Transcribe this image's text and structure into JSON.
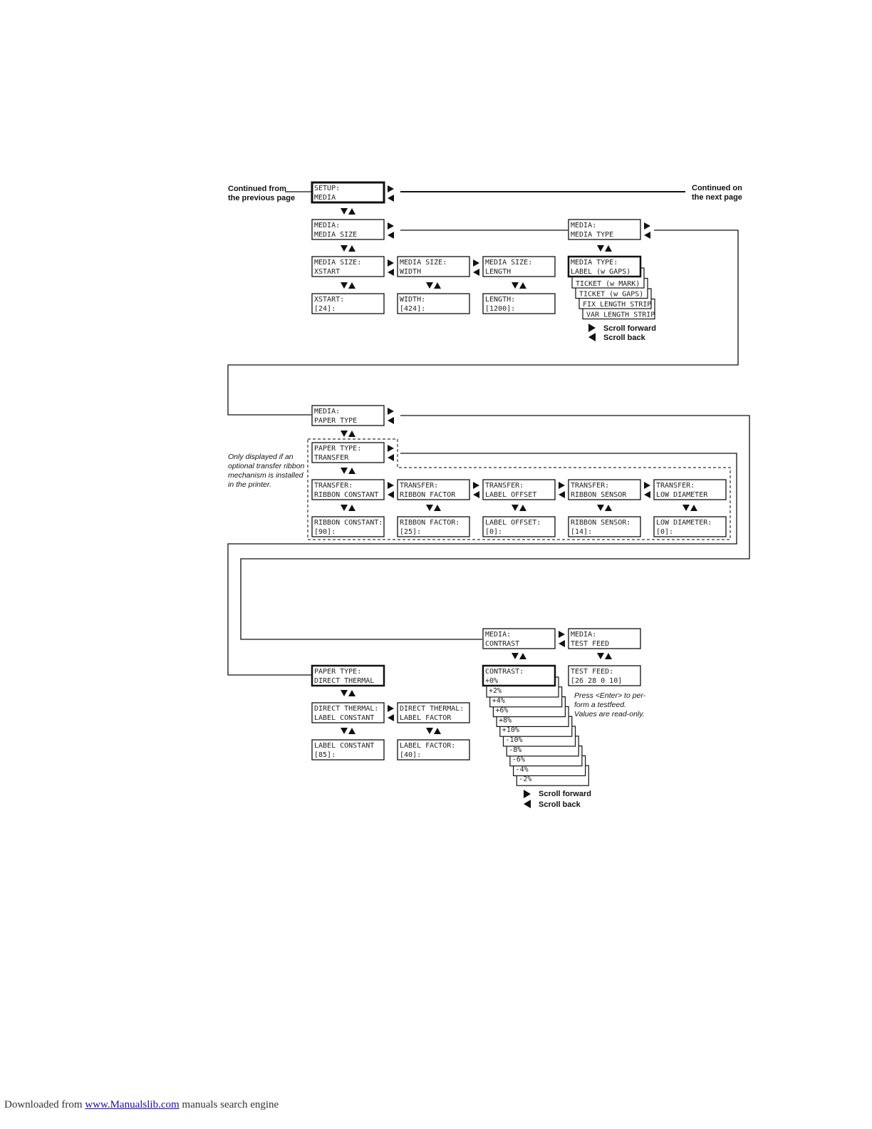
{
  "labels": {
    "continued_from": [
      "Continued from",
      "the previous page"
    ],
    "continued_on": [
      "Continued on",
      "the next page"
    ],
    "scroll_forward": "Scroll forward",
    "scroll_back": "Scroll back",
    "only_displayed_note": [
      "Only displayed if an",
      "optional transfer ribbon",
      "mechanism is installed",
      "in the printer."
    ],
    "testfeed_note": [
      "Press <Enter> to per-",
      "form a testfeed.",
      "Values are read-only."
    ]
  },
  "boxes": {
    "setup_media": [
      "SETUP:",
      "MEDIA"
    ],
    "media_size": [
      "MEDIA:",
      "MEDIA SIZE"
    ],
    "media_type": [
      "MEDIA:",
      "MEDIA TYPE"
    ],
    "ms_xstart": [
      "MEDIA SIZE:",
      "XSTART"
    ],
    "ms_width": [
      "MEDIA SIZE:",
      "WIDTH"
    ],
    "ms_length": [
      "MEDIA SIZE:",
      "LENGTH"
    ],
    "xstart_val": [
      "XSTART:",
      "[24]:"
    ],
    "width_val": [
      "WIDTH:",
      "[424]:"
    ],
    "length_val": [
      "LENGTH:",
      "[1200]:"
    ],
    "mediatype_label": [
      "MEDIA TYPE:",
      "LABEL (w GAPS)"
    ],
    "paper_type": [
      "MEDIA:",
      "PAPER TYPE"
    ],
    "pt_transfer": [
      "PAPER TYPE:",
      "TRANSFER"
    ],
    "tr_ribbon_constant": [
      "TRANSFER:",
      "RIBBON CONSTANT"
    ],
    "tr_ribbon_factor": [
      "TRANSFER:",
      "RIBBON FACTOR"
    ],
    "tr_label_offset": [
      "TRANSFER:",
      "LABEL OFFSET"
    ],
    "tr_ribbon_sensor": [
      "TRANSFER:",
      "RIBBON SENSOR"
    ],
    "tr_low_diameter": [
      "TRANSFER:",
      "LOW DIAMETER"
    ],
    "ribbon_constant_val": [
      "RIBBON CONSTANT:",
      "[90]:"
    ],
    "ribbon_factor_val": [
      "RIBBON FACTOR:",
      "[25]:"
    ],
    "label_offset_val": [
      "LABEL OFFSET:",
      "[0]:"
    ],
    "ribbon_sensor_val": [
      "RIBBON SENSOR:",
      "[14]:"
    ],
    "low_diameter_val": [
      "LOW DIAMETER:",
      "[0]:"
    ],
    "media_contrast": [
      "MEDIA:",
      "CONTRAST"
    ],
    "media_testfeed": [
      "MEDIA:",
      "TEST FEED"
    ],
    "contrast_val": [
      "CONTRAST:",
      "+0%"
    ],
    "testfeed_val": [
      "TEST FEED:",
      "[26 28 0 10]"
    ],
    "pt_direct_thermal": [
      "PAPER TYPE:",
      "DIRECT THERMAL"
    ],
    "dt_label_constant": [
      "DIRECT THERMAL:",
      "LABEL CONSTANT"
    ],
    "dt_label_factor": [
      "DIRECT THERMAL:",
      "LABEL FACTOR"
    ],
    "label_constant_val": [
      "LABEL CONSTANT",
      "[85]:"
    ],
    "label_factor_val": [
      "LABEL FACTOR:",
      "[40]:"
    ]
  },
  "media_type_options": [
    "TICKET (w MARK)",
    "TICKET (w GAPS)",
    "FIX LENGTH STRIP",
    "VAR LENGTH STRIP"
  ],
  "contrast_options": [
    "+2%",
    "+4%",
    "+6%",
    "+8%",
    "+10%",
    "-10%",
    "-8%",
    "-6%",
    "-4%",
    "-2%"
  ],
  "footer": {
    "prefix": "Downloaded from",
    "link": "www.Manualslib.com",
    "suffix": "manuals search engine"
  }
}
